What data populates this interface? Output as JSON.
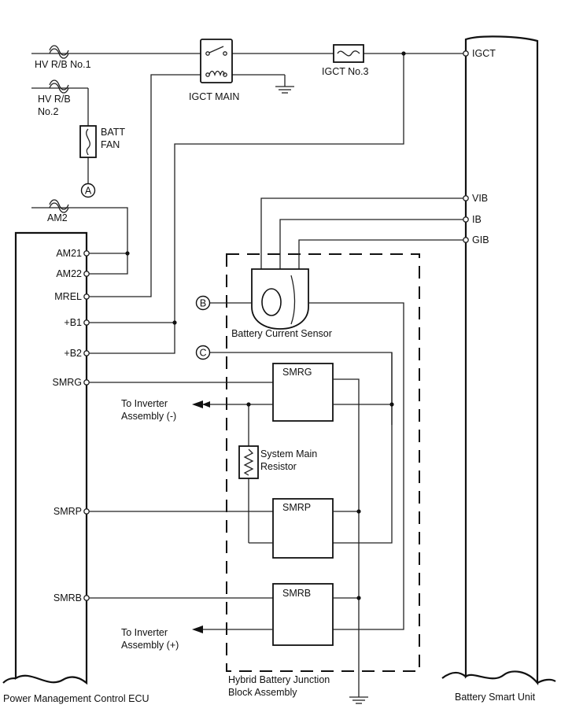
{
  "fuses": {
    "hv_rb_no1": "HV R/B No.1",
    "hv_rb_no2_line1": "HV R/B",
    "hv_rb_no2_line2": "No.2",
    "batt_fan_line1": "BATT",
    "batt_fan_line2": "FAN",
    "am2": "AM2",
    "igct_no3": "IGCT No.3"
  },
  "relay": {
    "igct_main": "IGCT MAIN"
  },
  "connectors": {
    "a": "A",
    "b": "B",
    "c": "C"
  },
  "ecu": {
    "name": "Power Management Control ECU",
    "pins": [
      "AM21",
      "AM22",
      "MREL",
      "+B1",
      "+B2",
      "SMRG",
      "SMRP",
      "SMRB"
    ]
  },
  "bsu": {
    "name": "Battery Smart Unit",
    "pins": [
      "IGCT",
      "VIB",
      "IB",
      "GIB"
    ]
  },
  "junction": {
    "name_line1": "Hybrid Battery Junction",
    "name_line2": "Block Assembly",
    "sensor": "Battery Current Sensor",
    "relays": [
      "SMRG",
      "SMRP",
      "SMRB"
    ],
    "resistor_line1": "System Main",
    "resistor_line2": "Resistor"
  },
  "outputs": {
    "neg_line1": "To Inverter",
    "neg_line2": "Assembly (-)",
    "pos_line1": "To Inverter",
    "pos_line2": "Assembly (+)"
  }
}
